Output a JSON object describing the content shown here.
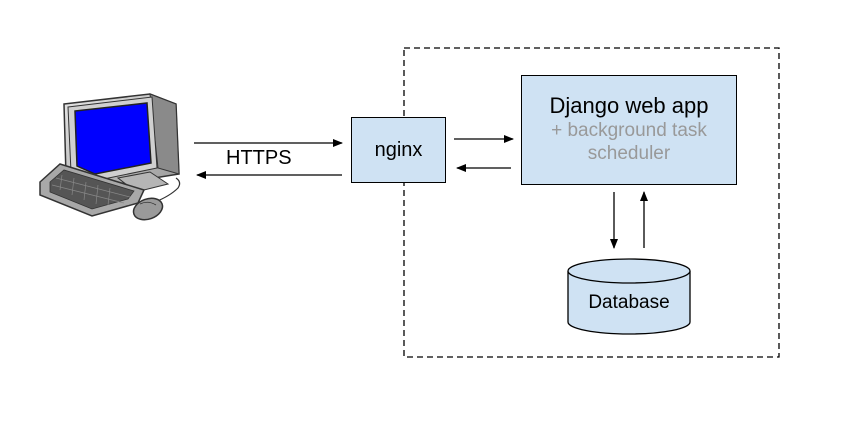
{
  "nodes": {
    "client": {
      "icon": "computer-icon"
    },
    "nginx": {
      "label": "nginx"
    },
    "django": {
      "title": "Django web app",
      "subtitle_line1": "+ background task",
      "subtitle_line2": "scheduler"
    },
    "database": {
      "label": "Database"
    }
  },
  "edges": {
    "https": {
      "label": "HTTPS"
    }
  },
  "colors": {
    "box_fill": "#cfe2f3",
    "subtitle_text": "#999999",
    "monitor_screen": "#0000ff"
  }
}
